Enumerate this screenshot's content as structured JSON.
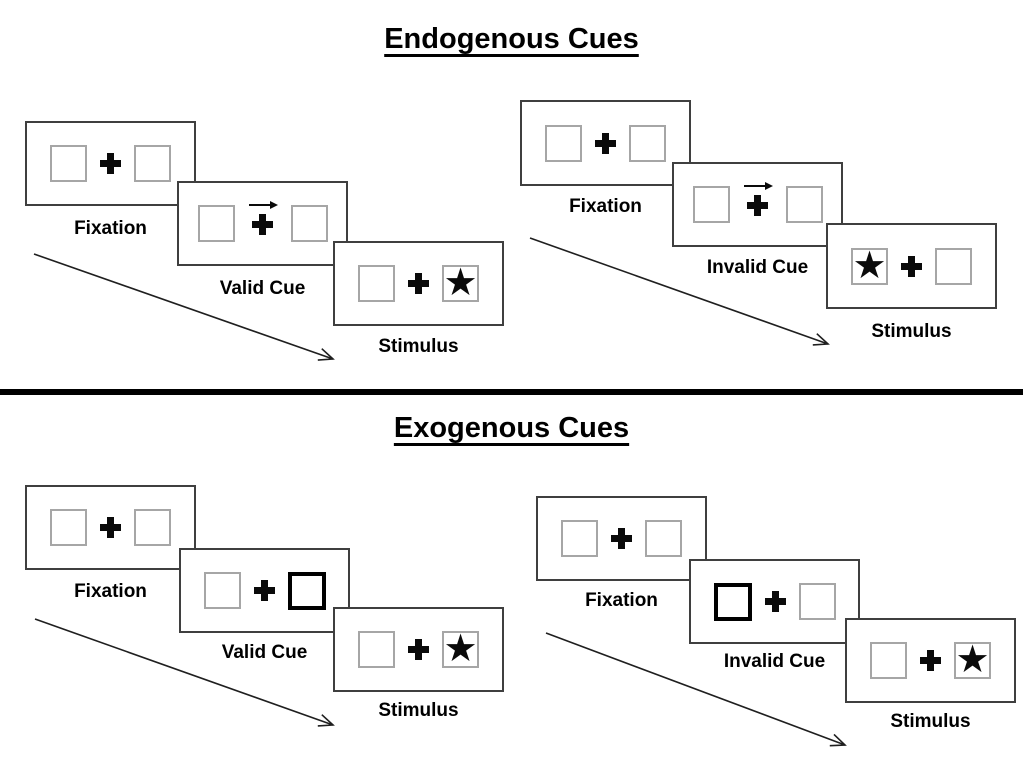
{
  "icons": {
    "star": "★",
    "fixation_cross": "plus-cross",
    "cue_arrow_direction": "right"
  },
  "colors": {
    "background": "#ffffff",
    "panel_border": "#3f3f3f",
    "placeholder_box_border": "#a6a6a6",
    "cue_highlight_border": "#000000",
    "ink": "#000000"
  },
  "sections": [
    {
      "id": "endogenous",
      "title": "Endogenous Cues",
      "sequences": [
        {
          "id": "valid",
          "cue_type": "central-arrow-right",
          "target_side": "right",
          "steps": [
            {
              "label": "Fixation"
            },
            {
              "label": "Valid Cue"
            },
            {
              "label": "Stimulus"
            }
          ]
        },
        {
          "id": "invalid",
          "cue_type": "central-arrow-right",
          "target_side": "left",
          "steps": [
            {
              "label": "Fixation"
            },
            {
              "label": "Invalid Cue"
            },
            {
              "label": "Stimulus"
            }
          ]
        }
      ]
    },
    {
      "id": "exogenous",
      "title": "Exogenous Cues",
      "sequences": [
        {
          "id": "valid",
          "cue_type": "peripheral-box-right",
          "target_side": "right",
          "steps": [
            {
              "label": "Fixation"
            },
            {
              "label": "Valid Cue"
            },
            {
              "label": "Stimulus"
            }
          ]
        },
        {
          "id": "invalid",
          "cue_type": "peripheral-box-left",
          "target_side": "right",
          "steps": [
            {
              "label": "Fixation"
            },
            {
              "label": "Invalid Cue"
            },
            {
              "label": "Stimulus"
            }
          ]
        }
      ]
    }
  ]
}
